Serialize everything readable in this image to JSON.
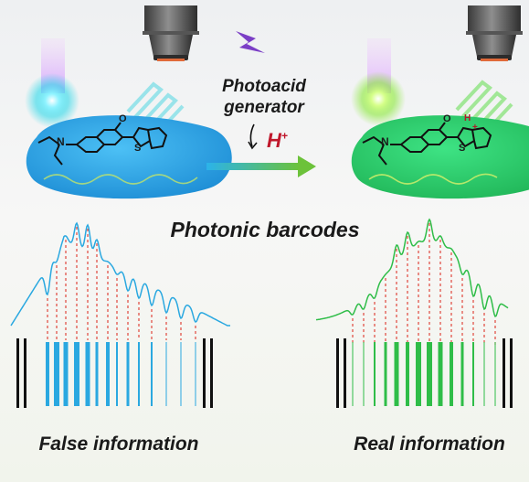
{
  "labels": {
    "photoacid": "Photoacid",
    "generator": "generator",
    "proton": "H",
    "proton_charge": "+",
    "barcodes_title": "Photonic barcodes",
    "false_info": "False information",
    "real_info": "Real information",
    "mol_left_n": "N",
    "mol_left_s": "S",
    "mol_left_o": "O",
    "mol_right_n": "N",
    "mol_right_h": "H",
    "mol_right_s": "S",
    "mol_right_o": "O",
    "mol_right_charge": "+"
  },
  "colors": {
    "left_state": "#2aa8e0",
    "right_state": "#2fbd48",
    "proton": "#c0182c",
    "bolt": "#7b3fc6",
    "guide": "#e0463c"
  },
  "icons": {
    "objective": "objective-lens-icon",
    "bolt": "lightning-bolt-icon",
    "laser": "laser-beam-icon",
    "arrow": "gradient-arrow-icon"
  }
}
